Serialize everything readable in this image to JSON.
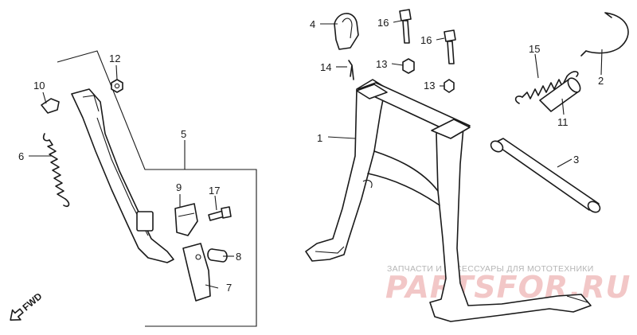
{
  "diagram": {
    "callouts": [
      {
        "id": "c1",
        "label": "1"
      },
      {
        "id": "c2",
        "label": "2"
      },
      {
        "id": "c3",
        "label": "3"
      },
      {
        "id": "c4",
        "label": "4"
      },
      {
        "id": "c5",
        "label": "5"
      },
      {
        "id": "c6",
        "label": "6"
      },
      {
        "id": "c7",
        "label": "7"
      },
      {
        "id": "c8",
        "label": "8"
      },
      {
        "id": "c9",
        "label": "9"
      },
      {
        "id": "c10",
        "label": "10"
      },
      {
        "id": "c11",
        "label": "11"
      },
      {
        "id": "c12",
        "label": "12"
      },
      {
        "id": "c13a",
        "label": "13"
      },
      {
        "id": "c13b",
        "label": "13"
      },
      {
        "id": "c14",
        "label": "14"
      },
      {
        "id": "c15",
        "label": "15"
      },
      {
        "id": "c16a",
        "label": "16"
      },
      {
        "id": "c16b",
        "label": "16"
      },
      {
        "id": "c17",
        "label": "17"
      }
    ],
    "direction_label": "FWD"
  },
  "watermark": {
    "tagline": "ЗАПЧАСТИ И АКСЕССУАРЫ ДЛЯ МОТОТЕХНИКИ",
    "brand": "PARTSFOR.RU"
  }
}
